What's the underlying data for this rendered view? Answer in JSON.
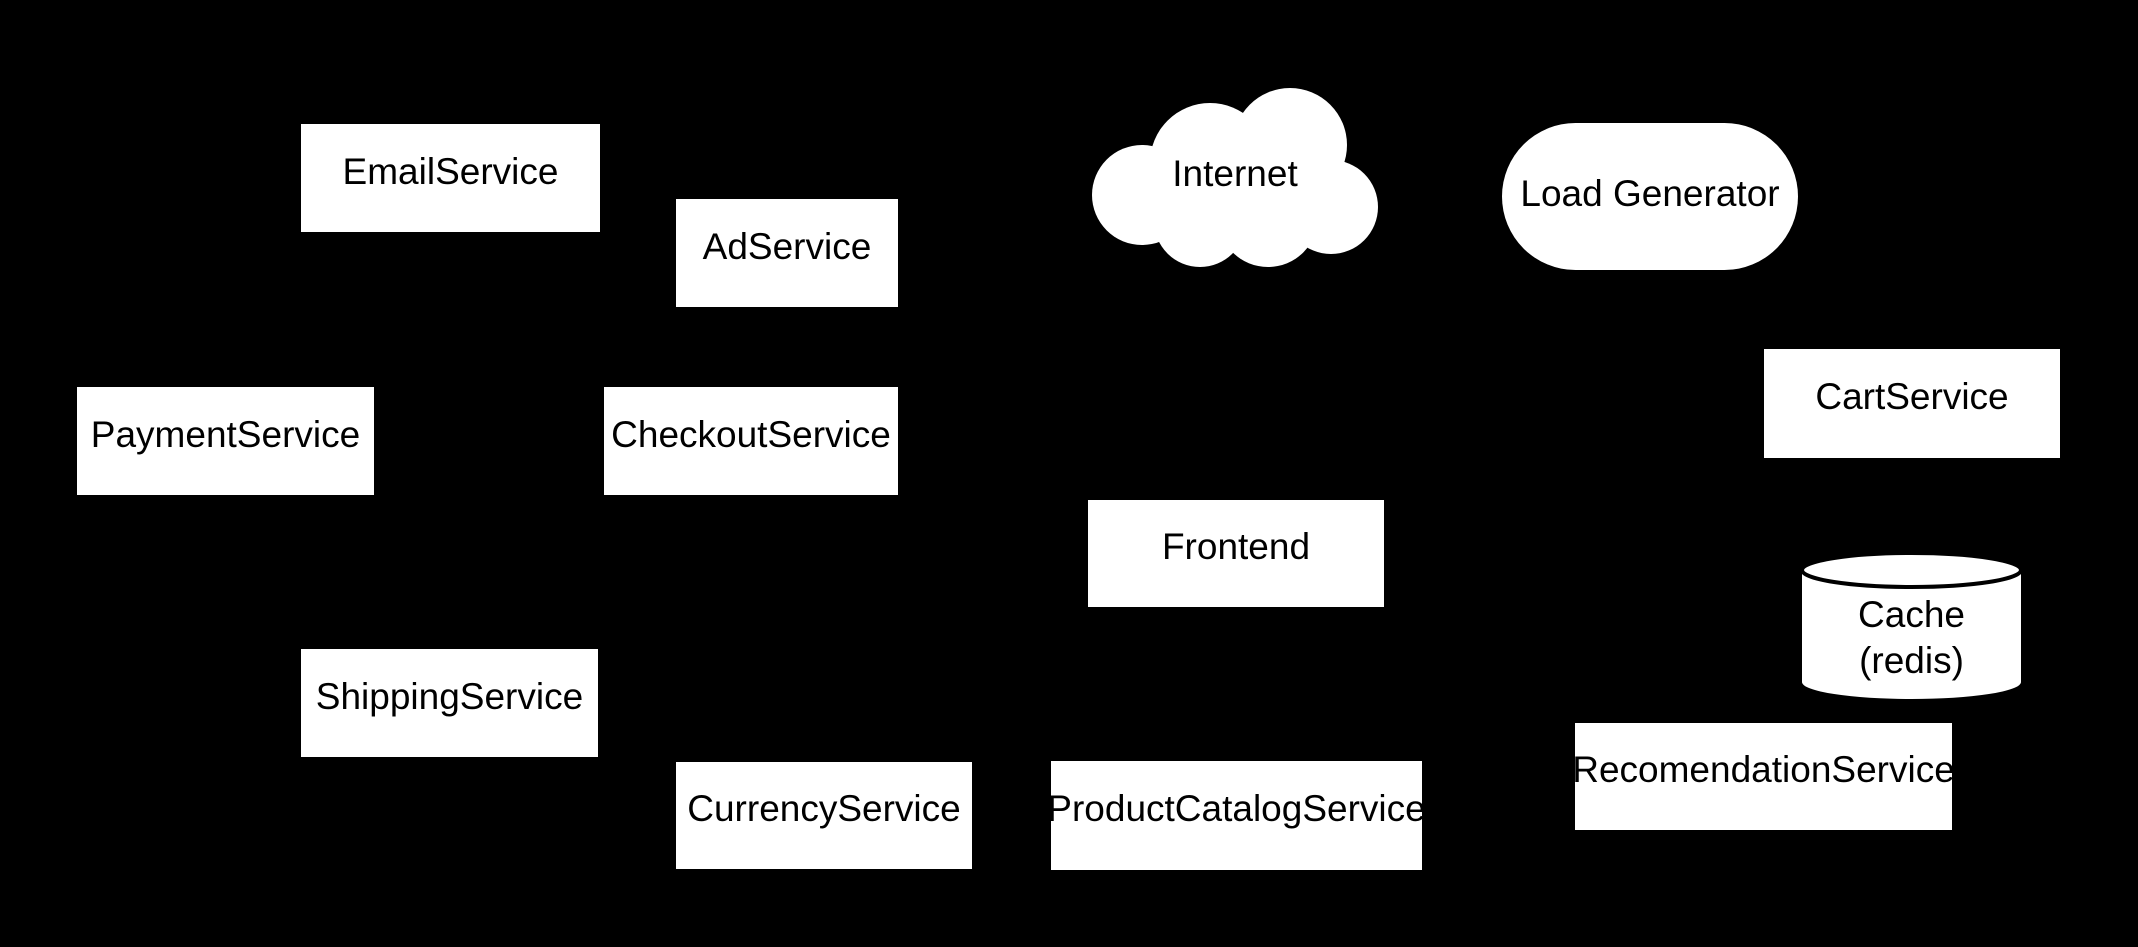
{
  "diagram": {
    "description": "Microservices architecture diagram, white nodes on black background, no visible connectors",
    "colors": {
      "background": "#000000",
      "node_fill": "#ffffff",
      "node_text": "#000000",
      "cylinder_stroke": "#000000"
    },
    "nodes": {
      "email": {
        "label": "EmailService",
        "shape": "rectangle"
      },
      "ad": {
        "label": "AdService",
        "shape": "rectangle"
      },
      "internet": {
        "label": "Internet",
        "shape": "cloud"
      },
      "loadgen": {
        "label": "Load Generator",
        "shape": "stadium"
      },
      "payment": {
        "label": "PaymentService",
        "shape": "rectangle"
      },
      "checkout": {
        "label": "CheckoutService",
        "shape": "rectangle"
      },
      "cart": {
        "label": "CartService",
        "shape": "rectangle"
      },
      "frontend": {
        "label": "Frontend",
        "shape": "rectangle"
      },
      "cache": {
        "label_line1": "Cache",
        "label_line2": "(redis)",
        "shape": "cylinder"
      },
      "shipping": {
        "label": "ShippingService",
        "shape": "rectangle"
      },
      "currency": {
        "label": "CurrencyService",
        "shape": "rectangle"
      },
      "productcatalog": {
        "label": "ProductCatalogService",
        "shape": "rectangle"
      },
      "recommendation": {
        "label": "RecomendationService",
        "shape": "rectangle"
      }
    }
  }
}
